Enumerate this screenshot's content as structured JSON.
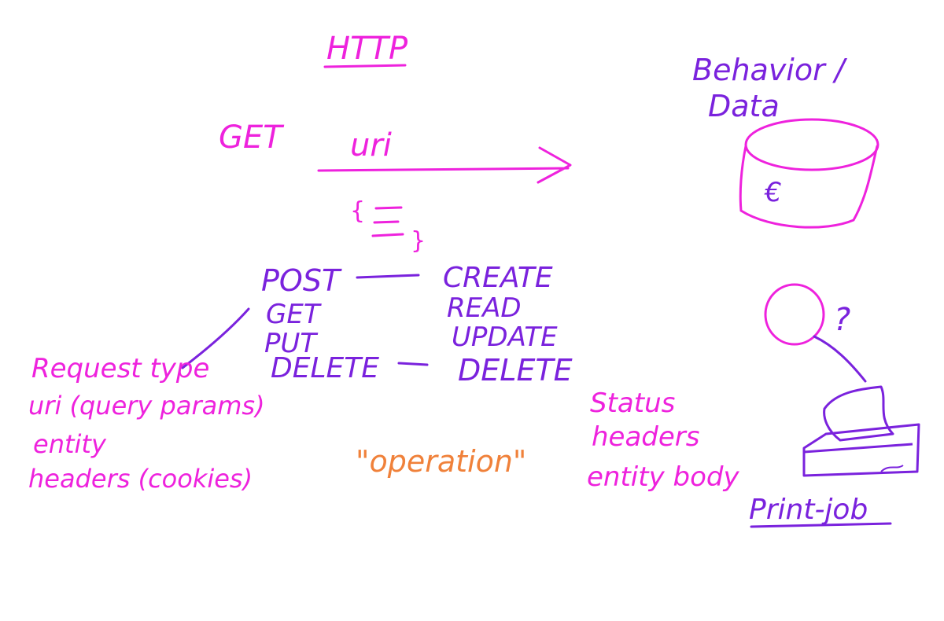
{
  "colors": {
    "magenta": "#ee22dd",
    "purple": "#7a22dd",
    "orange": "#f0813a",
    "background": "#ffffff"
  },
  "title": "HTTP",
  "request_method": "GET",
  "uri_label": "uri",
  "body_braces": {
    "open": "{",
    "close": "}"
  },
  "methods": [
    "POST",
    "GET",
    "PUT",
    "DELETE"
  ],
  "crud": [
    "CREATE",
    "READ",
    "UPDATE",
    "DELETE"
  ],
  "request_parts": [
    "Request type",
    "uri (query params)",
    "entity",
    "headers (cookies)"
  ],
  "operation_label": "\"operation\"",
  "response_parts": [
    "Status",
    "headers",
    "entity body"
  ],
  "resource": {
    "title_line1": "Behavior /",
    "title_line2": "Data",
    "db_symbol": "€",
    "printer_label": "Print-job"
  }
}
